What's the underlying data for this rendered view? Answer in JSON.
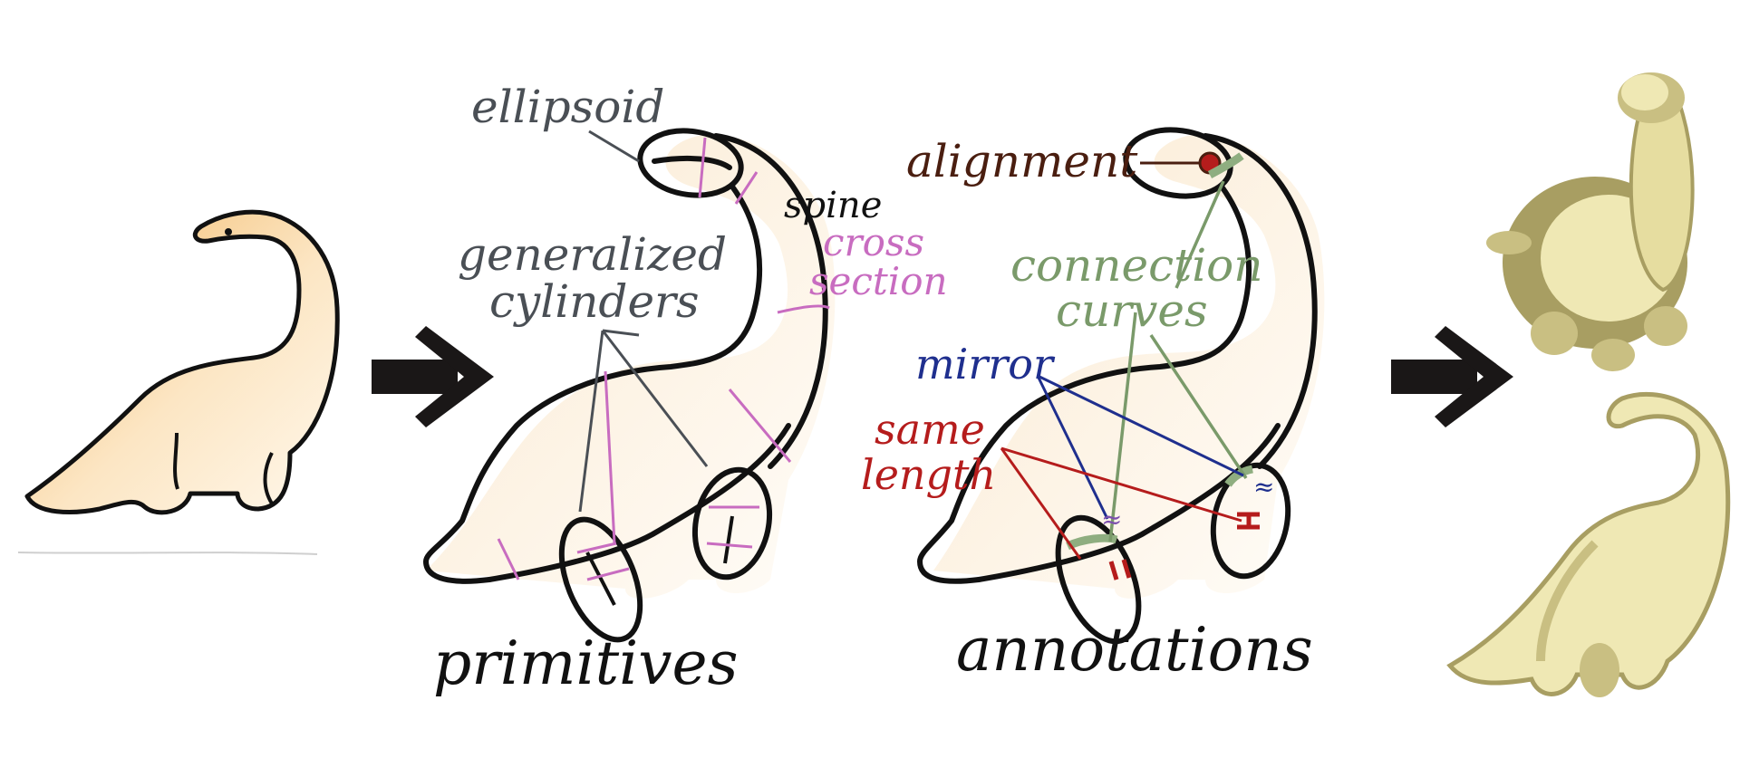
{
  "labels": {
    "ellipsoid": "ellipsoid",
    "spine": "spine",
    "cross_section_1": "cross",
    "cross_section_2": "section",
    "generalized_1": "generalized",
    "generalized_2": "cylinders",
    "primitives": "primitives",
    "alignment": "alignment",
    "connection_1": "connection",
    "connection_2": "curves",
    "mirror": "mirror",
    "same_length_1": "same",
    "same_length_2": "length",
    "annotations": "annotations"
  },
  "colors": {
    "outline": "#111111",
    "label_gray": "#4a4f55",
    "cross_section": "#c86cc0",
    "connection": "#7a9a6a",
    "mirror": "#1f2f8e",
    "same_length": "#b51c1c",
    "alignment": "#4a1e10",
    "sketch_fill": "#fbe8c8",
    "sketch_shade": "#e9a84e",
    "model_light": "#efe8b4",
    "model_dark": "#a89e62",
    "arrow": "#1a1717"
  },
  "icons": [
    "right-arrow-icon",
    "right-arrow-icon"
  ]
}
